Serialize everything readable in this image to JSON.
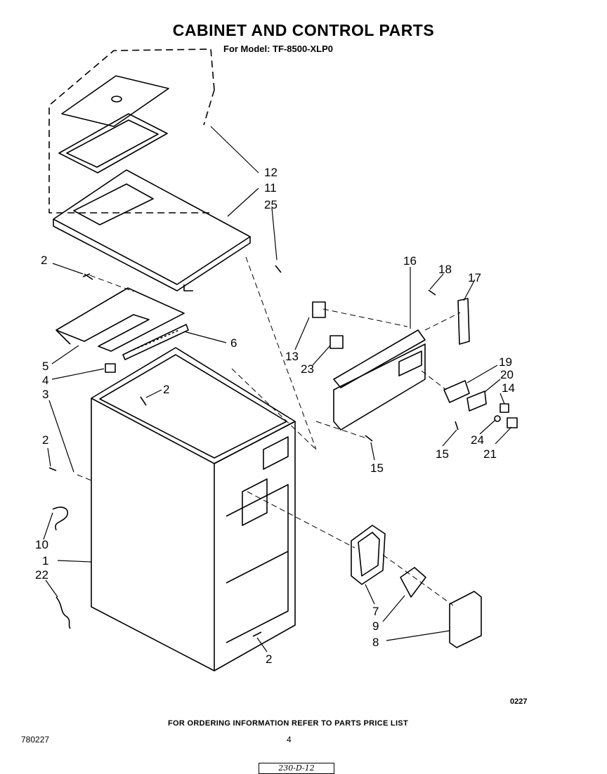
{
  "title": "CABINET AND CONTROL PARTS",
  "subtitle": "For Model: TF-8500-XLP0",
  "callouts": [
    "12",
    "11",
    "25",
    "2",
    "16",
    "18",
    "17",
    "6",
    "13",
    "23",
    "5",
    "4",
    "3",
    "2",
    "19",
    "20",
    "14",
    "2",
    "24",
    "21",
    "15",
    "15",
    "10",
    "1",
    "22",
    "7",
    "9",
    "8",
    "2"
  ],
  "code": "0227",
  "footer": "FOR ORDERING INFORMATION REFER TO PARTS PRICE LIST",
  "doc_number": "780227",
  "page_number": "4",
  "stamp": "230-D-12"
}
